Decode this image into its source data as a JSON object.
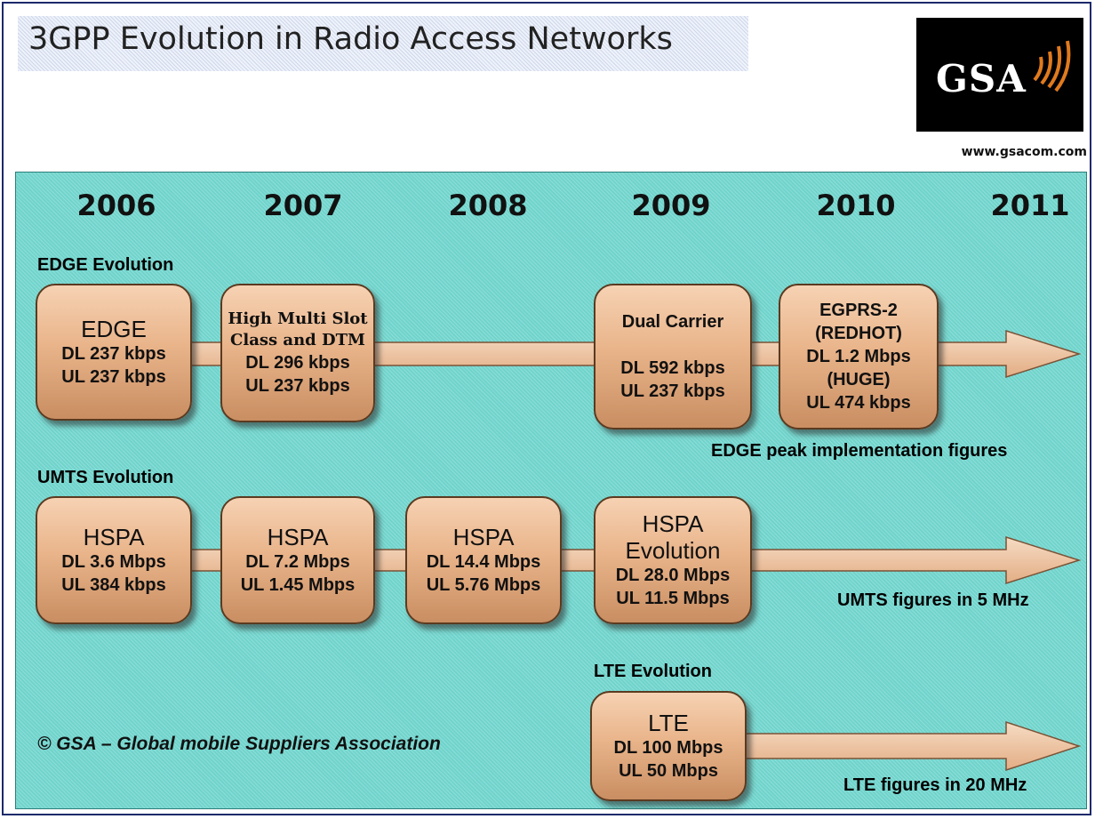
{
  "title": "3GPP Evolution in Radio Access Networks",
  "logo": {
    "text": "GSA"
  },
  "url": "www.gsacom.com",
  "years": [
    "2006",
    "2007",
    "2008",
    "2009",
    "2010",
    "2011"
  ],
  "edge": {
    "label": "EDGE Evolution",
    "note": "EDGE peak implementation figures",
    "boxes": [
      {
        "lines": [
          "EDGE",
          "DL 237 kbps",
          "UL 237 kbps"
        ]
      },
      {
        "lines": [
          "High Multi Slot",
          "Class and DTM",
          "DL 296 kbps",
          "UL 237 kbps"
        ]
      },
      {
        "lines": [
          "Dual Carrier",
          "",
          "DL 592 kbps",
          "UL 237 kbps"
        ]
      },
      {
        "lines": [
          "EGPRS-2",
          "(REDHOT)",
          "DL 1.2 Mbps",
          "(HUGE)",
          "UL 474 kbps"
        ]
      }
    ]
  },
  "umts": {
    "label": "UMTS Evolution",
    "note": "UMTS figures in 5 MHz",
    "boxes": [
      {
        "lines": [
          "HSPA",
          "DL 3.6 Mbps",
          "UL 384 kbps"
        ]
      },
      {
        "lines": [
          "HSPA",
          "DL 7.2 Mbps",
          "UL 1.45 Mbps"
        ]
      },
      {
        "lines": [
          "HSPA",
          "DL 14.4 Mbps",
          "UL 5.76 Mbps"
        ]
      },
      {
        "lines": [
          "HSPA",
          "Evolution",
          "DL 28.0 Mbps",
          "UL 11.5 Mbps"
        ]
      }
    ]
  },
  "lte": {
    "label": "LTE Evolution",
    "note": "LTE figures in 20 MHz",
    "boxes": [
      {
        "lines": [
          "LTE",
          "DL 100 Mbps",
          "UL 50 Mbps"
        ]
      }
    ]
  },
  "copyright": "© GSA – Global mobile Suppliers Association",
  "colors": {
    "background_teal": "#6fd4cc",
    "box_fill": "#e9b48a",
    "arrow_fill": "#f0c8a4",
    "title_text": "#222222"
  }
}
